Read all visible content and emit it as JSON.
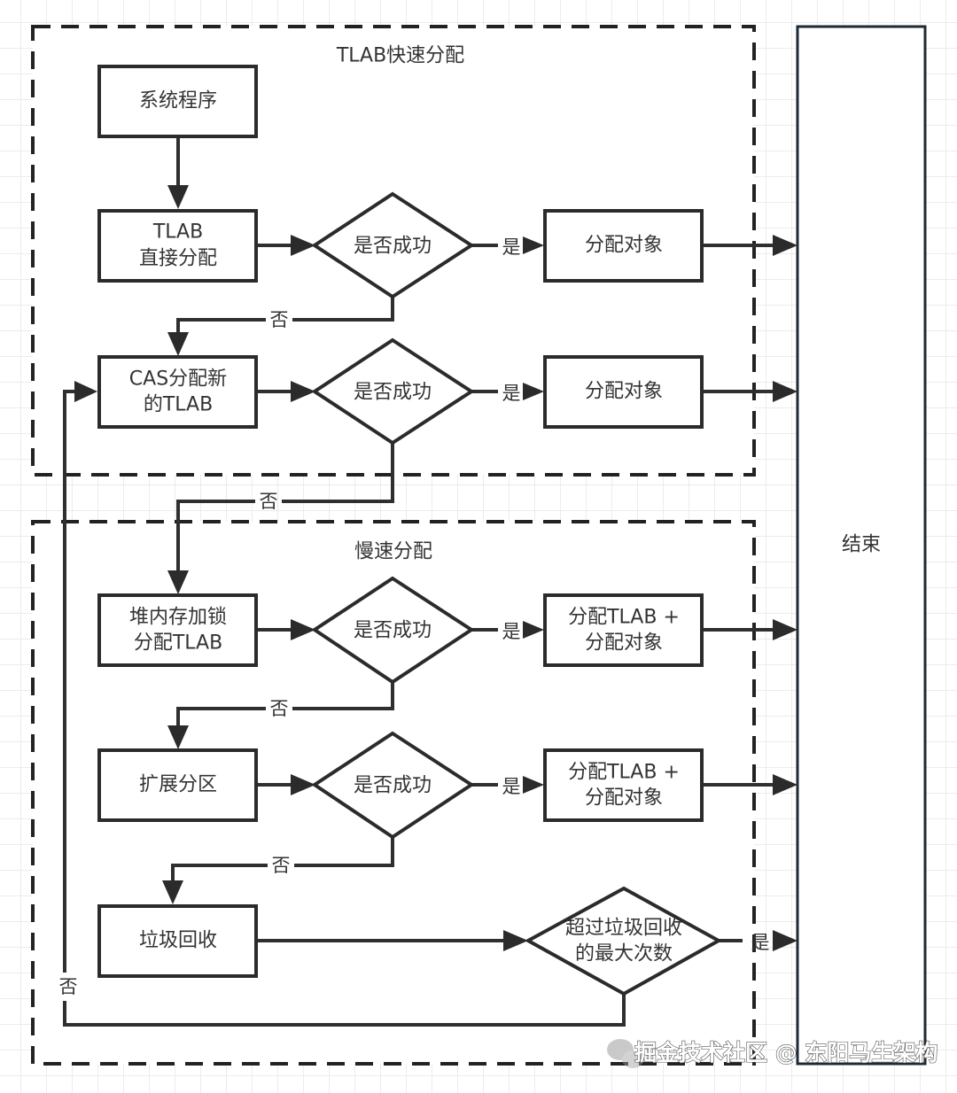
{
  "groups": {
    "fast": {
      "title": "TLAB快速分配"
    },
    "slow": {
      "title": "慢速分配"
    }
  },
  "nodes": {
    "start": [
      "系统程序"
    ],
    "tlab_direct": [
      "TLAB",
      "直接分配"
    ],
    "check1": [
      "是否成功"
    ],
    "alloc1": [
      "分配对象"
    ],
    "cas_new": [
      "CAS分配新",
      "的TLAB"
    ],
    "check2": [
      "是否成功"
    ],
    "alloc2": [
      "分配对象"
    ],
    "heap_lock": [
      "堆内存加锁",
      "分配TLAB"
    ],
    "check3": [
      "是否成功"
    ],
    "alloc3": [
      "分配TLAB +",
      "分配对象"
    ],
    "expand": [
      "扩展分区"
    ],
    "check4": [
      "是否成功"
    ],
    "alloc4": [
      "分配TLAB +",
      "分配对象"
    ],
    "gc": [
      "垃圾回收"
    ],
    "check5": [
      "超过垃圾回收",
      "的最大次数"
    ],
    "end": [
      "结束"
    ]
  },
  "edge_labels": {
    "yes": "是",
    "no": "否"
  },
  "watermark": {
    "icon": "wechat-icon",
    "text": "掘金技术社区 @ 东阳马生架构"
  }
}
